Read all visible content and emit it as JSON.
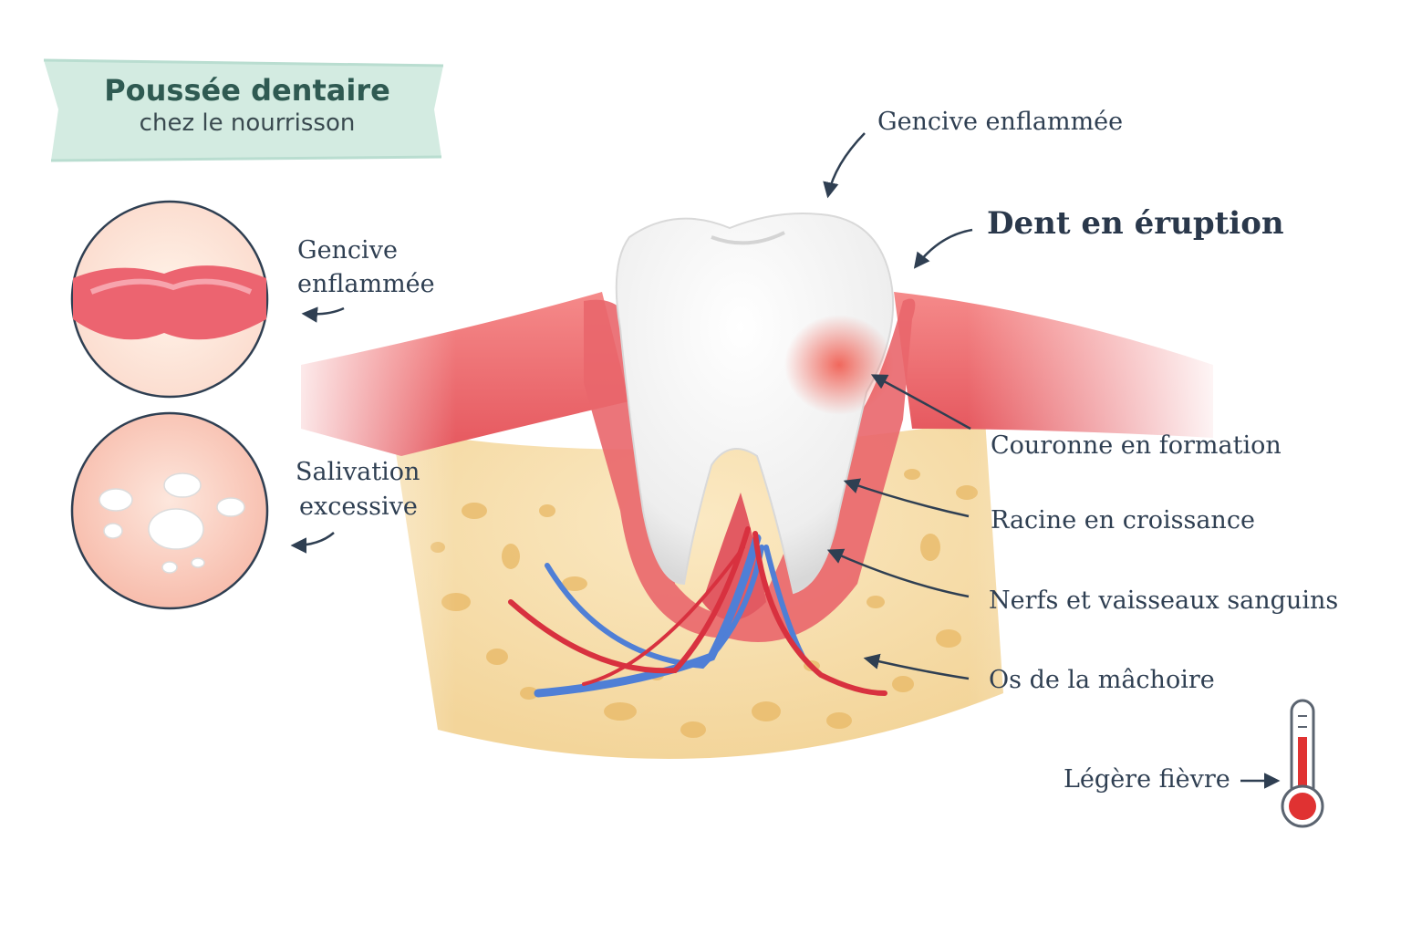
{
  "title": {
    "main": "Poussée dentaire",
    "sub": "chez le nourrisson"
  },
  "labels": {
    "gum_top": "Gencive enflammée",
    "erupting_tooth": "Dent en éruption",
    "crown": "Couronne en formation",
    "root": "Racine en croissance",
    "nerves": "Nerfs et vaisseaux sanguins",
    "jaw_bone": "Os de la mâchoire",
    "fever": "Légère fièvre"
  },
  "symptoms": [
    {
      "line1": "Gencive",
      "line2": "enflammée",
      "icon": "swollen-gum-icon"
    },
    {
      "line1": "Salivation",
      "line2": "excessive",
      "icon": "saliva-drops-icon"
    }
  ],
  "colors": {
    "banner": "#d3ebe1",
    "gum": "#e7656a",
    "bone": "#f6dfae",
    "nerve_blue": "#4f7fd6",
    "vessel_red": "#d8313f",
    "text": "#2f3f52",
    "thermometer": "#e03232"
  }
}
